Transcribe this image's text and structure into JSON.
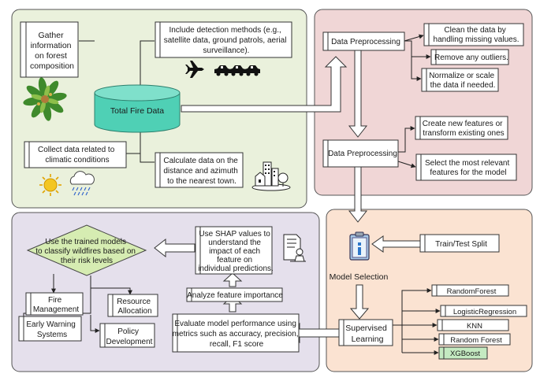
{
  "colors": {
    "green_panel": "#eaf1dc",
    "red_panel": "#f0d6d6",
    "purple_panel": "#e5e0ec",
    "orange_panel": "#fbe3d2",
    "cylinder": "#4fd0b5",
    "decision": "#d6ecb2",
    "xgboost": "#c4eac1",
    "arrow_fill": "#ffffff",
    "stroke": "#3a3a3a"
  },
  "collection": {
    "gather_lines": [
      "Gather",
      "information",
      "on forest",
      "composition"
    ],
    "detection_lines": [
      "Include detection methods (e.g.,",
      "satellite data, ground patrols, aerial",
      "surveillance)."
    ],
    "database_label": "Total Fire Data",
    "climatic_lines": [
      "Collect data related to",
      "climatic conditions"
    ],
    "distance_lines": [
      "Calculate data on the",
      "distance  and azimuth",
      "to the nearest town."
    ]
  },
  "preprocessing": {
    "step1_label": "Data Preprocessing",
    "step2_label": "Data Preprocessing",
    "clean_lines": [
      "Clean the data by",
      "handling missing values."
    ],
    "outliers_label": "Remove any outliers.",
    "normalize_lines": [
      "Normalize or scale",
      "the data if needed."
    ],
    "features_lines": [
      "Create new features or",
      "transform existing ones"
    ],
    "select_lines": [
      "Select the most relevant",
      "features for the model"
    ]
  },
  "modeling": {
    "split_label": "Train/Test Split",
    "selection_label": "Model Selection",
    "supervised_lines": [
      "Supervised",
      "Learning"
    ],
    "models": [
      "RandomForest",
      "LogisticRegression",
      "KNN",
      "Random Forest",
      "XGBoost"
    ]
  },
  "evaluation": {
    "decision_lines": [
      "Use the trained models",
      "to classify wildfires based on",
      "their risk levels"
    ],
    "shap_lines": [
      "Use SHAP values to",
      "understand the",
      "impact of each",
      "feature on",
      "individual predictions."
    ],
    "importance_label": "Analyze feature importance",
    "evaluate_lines": [
      "Evaluate model performance using",
      "metrics such as accuracy, precision,",
      "recall, F1 score"
    ],
    "fire_lines": [
      "Fire",
      "Management"
    ],
    "resource_lines": [
      "Resource",
      "Allocation"
    ],
    "warning_lines": [
      "Early Warning",
      "Systems"
    ],
    "policy_lines": [
      "Policy",
      "Development"
    ]
  }
}
